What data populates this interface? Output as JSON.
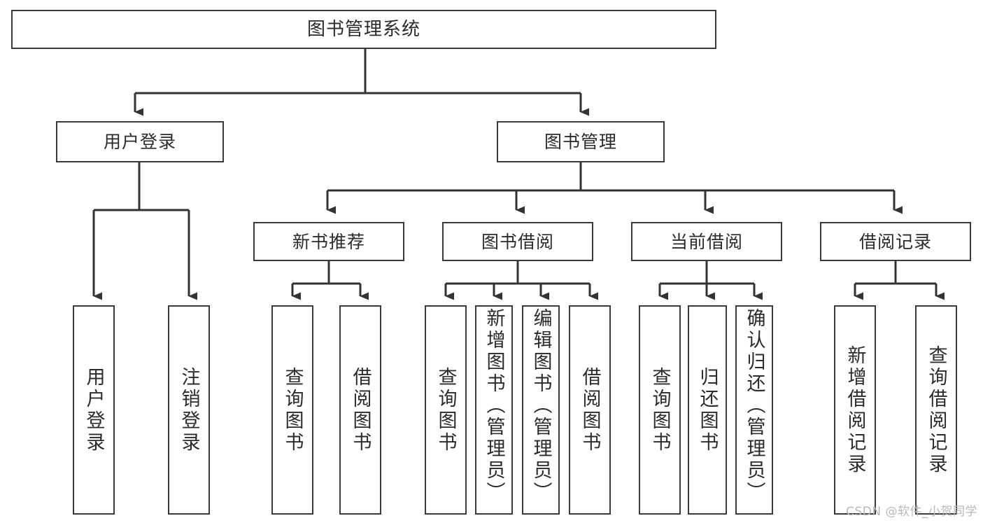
{
  "diagram": {
    "type": "tree",
    "title": "图书管理系统",
    "root": {
      "label": "图书管理系统"
    },
    "level2": [
      {
        "label": "用户登录"
      },
      {
        "label": "图书管理"
      }
    ],
    "level3": [
      {
        "label": "新书推荐"
      },
      {
        "label": "图书借阅"
      },
      {
        "label": "当前借阅"
      },
      {
        "label": "借阅记录"
      }
    ],
    "leaves": {
      "user_login": [
        {
          "label": "用户登录"
        },
        {
          "label": "注销登录"
        }
      ],
      "new_book_recommend": [
        {
          "label": "查询图书"
        },
        {
          "label": "借阅图书"
        }
      ],
      "book_borrow": [
        {
          "label": "查询图书"
        },
        {
          "label": "新增图书（管理员）"
        },
        {
          "label": "编辑图书（管理员）"
        },
        {
          "label": "借阅图书"
        }
      ],
      "current_borrow": [
        {
          "label": "查询图书"
        },
        {
          "label": "归还图书"
        },
        {
          "label": "确认归还（管理员）"
        }
      ],
      "borrow_record": [
        {
          "label": "新增借阅记录"
        },
        {
          "label": "查询借阅记录"
        }
      ]
    }
  },
  "watermark": {
    "text": "CSDN @软件_小贺同学"
  },
  "colors": {
    "background": "#ffffff",
    "box_border": "#3a3a3a",
    "box_fill": "#ffffff",
    "text": "#2b2b2b",
    "connector": "#333333",
    "watermark": "#b9b9b9"
  }
}
